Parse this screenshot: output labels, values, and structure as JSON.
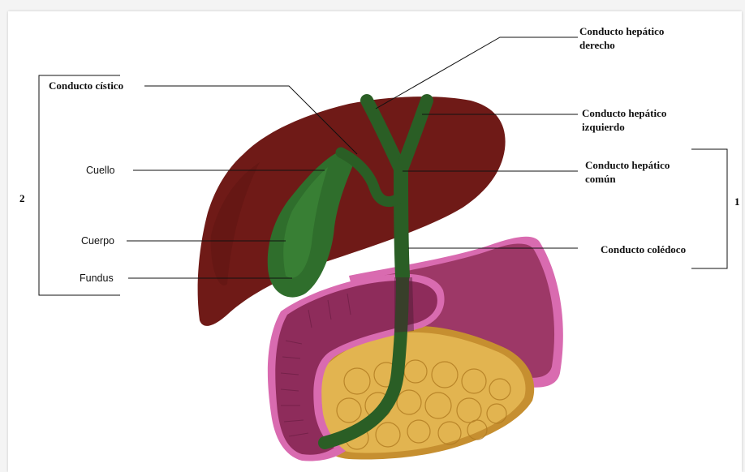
{
  "labels": {
    "right_hepatic_duct": [
      "Conducto hepático",
      "derecho"
    ],
    "cystic_duct": "Conducto cístico",
    "left_hepatic_duct": [
      "Conducto  hepático",
      "izquierdo"
    ],
    "neck": "Cuello",
    "common_hepatic_duct": [
      "Conducto hepático",
      "común"
    ],
    "body": "Cuerpo",
    "common_bile_duct": "Conducto colédoco",
    "fundus": "Fundus"
  },
  "brackets": {
    "left_number": "2",
    "right_number": "1"
  },
  "colors": {
    "liver": "#6f1a17",
    "gallbladder": "#2f6e2c",
    "duct": "#2a5e25",
    "duodenum": "#8e2c5b",
    "duodenum_edge": "#d96bb0",
    "pancreas": "#e2b450",
    "stomach": "#9d3867"
  }
}
